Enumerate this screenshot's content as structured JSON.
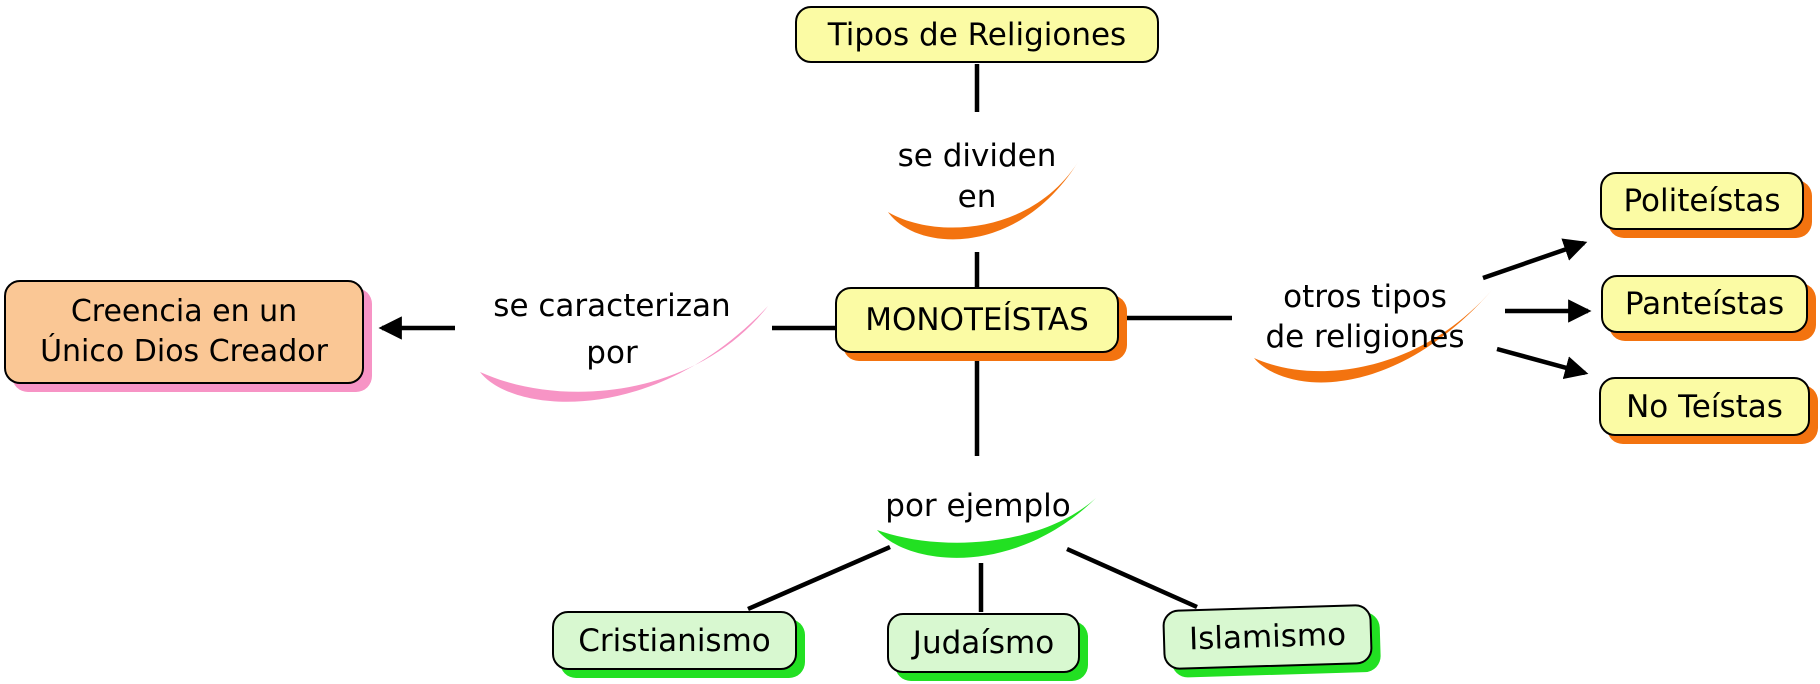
{
  "colors": {
    "node_yellow": "#FBFBA4",
    "node_peach": "#FAC795",
    "node_green": "#D8F8D0",
    "shadow_orange": "#F3730F",
    "shadow_pink": "#F794C5",
    "shadow_green": "#22E022",
    "line_black": "#000000",
    "canvas_bg": "#FFFFFF"
  },
  "nodes": {
    "tipos": {
      "label": "Tipos de Religiones"
    },
    "monoteistas": {
      "label": "MONOTEÍSTAS"
    },
    "creencia": {
      "line1": "Creencia en un",
      "line2": "Único Dios Creador"
    },
    "politeistas": {
      "label": "Politeístas"
    },
    "panteistas": {
      "label": "Panteístas"
    },
    "noteistas": {
      "label": "No Teístas"
    },
    "cristianismo": {
      "label": "Cristianismo"
    },
    "judaismo": {
      "label": "Judaísmo"
    },
    "islamismo": {
      "label": "Islamismo"
    }
  },
  "links": {
    "se_dividen": {
      "line1": "se dividen",
      "line2": "en"
    },
    "se_caracterizan": {
      "line1": "se caracterizan",
      "line2": "por"
    },
    "otros_tipos": {
      "line1": "otros tipos",
      "line2": "de religiones"
    },
    "por_ejemplo": {
      "label": "por ejemplo"
    }
  }
}
